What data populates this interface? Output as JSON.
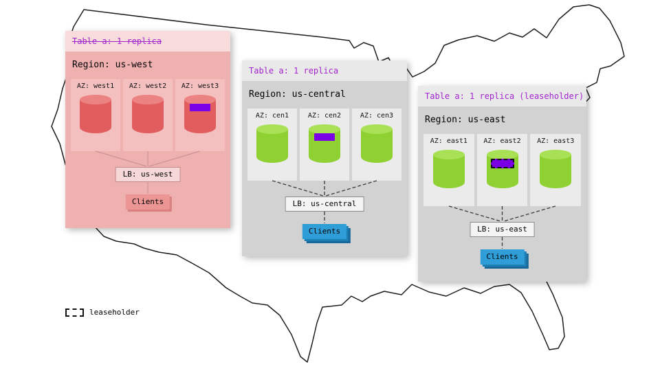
{
  "legend": {
    "label": "leaseholder"
  },
  "regions": [
    {
      "id": "us-west",
      "table_label": "Table a: 1 replica",
      "table_label_strikethrough": true,
      "title": "Region: us-west",
      "azs": [
        {
          "label": "AZ: west1",
          "has_replica": false
        },
        {
          "label": "AZ: west2",
          "has_replica": false
        },
        {
          "label": "AZ: west3",
          "has_replica": true,
          "replica_style": "solid"
        }
      ],
      "lb_label": "LB: us-west",
      "clients_label": "Clients"
    },
    {
      "id": "us-central",
      "table_label": "Table a: 1 replica",
      "table_label_strikethrough": false,
      "title": "Region: us-central",
      "azs": [
        {
          "label": "AZ: cen1",
          "has_replica": false
        },
        {
          "label": "AZ: cen2",
          "has_replica": true,
          "replica_style": "solid"
        },
        {
          "label": "AZ: cen3",
          "has_replica": false
        }
      ],
      "lb_label": "LB: us-central",
      "clients_label": "Clients"
    },
    {
      "id": "us-east",
      "table_label": "Table a: 1 replica (leaseholder)",
      "table_label_strikethrough": false,
      "title": "Region: us-east",
      "azs": [
        {
          "label": "AZ: east1",
          "has_replica": false
        },
        {
          "label": "AZ: east2",
          "has_replica": true,
          "replica_style": "leaseholder"
        },
        {
          "label": "AZ: east3",
          "has_replica": false
        }
      ],
      "lb_label": "LB: us-east",
      "clients_label": "Clients"
    }
  ],
  "colors": {
    "accent-purple": "#a224cf",
    "replica-purple": "#7a00e6",
    "west-red": "#e25d5d",
    "replica-green": "#8fd133",
    "clients-blue": "#2f9ed8"
  }
}
